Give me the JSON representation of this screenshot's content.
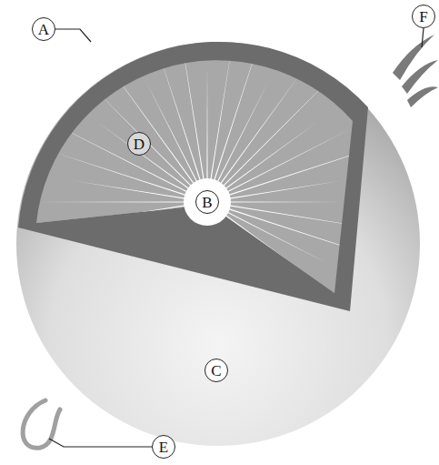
{
  "diagram": {
    "labels": [
      "A",
      "F",
      "D",
      "B",
      "C",
      "E"
    ]
  }
}
